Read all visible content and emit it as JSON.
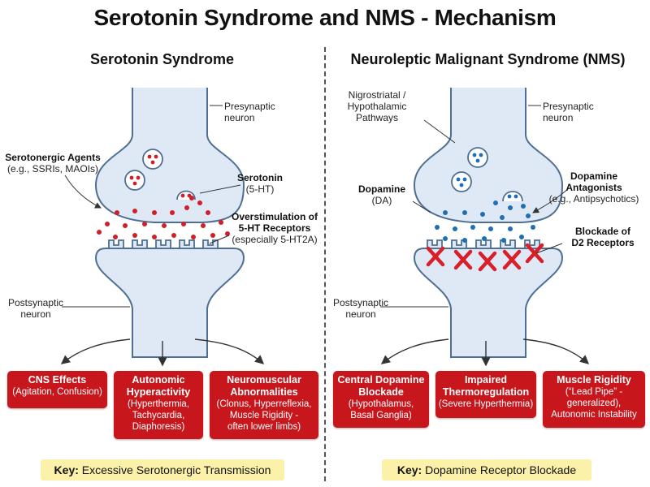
{
  "title": "Serotonin Syndrome and NMS - Mechanism",
  "colors": {
    "neuron_fill": "#dfe9f5",
    "neuron_stroke": "#4e6f92",
    "serotonin_dot": "#d21f27",
    "dopamine_dot": "#1d6fb8",
    "box_fill": "#c8161d",
    "key_fill": "#fbf1a8",
    "blockade_x": "#d9202a"
  },
  "left": {
    "heading": "Serotonin Syndrome",
    "presynaptic": "Presynaptic\nneuron",
    "agents_title": "Serotonergic Agents",
    "agents_sub": "(e.g., SSRIs, MAOIs)",
    "serotonin_title": "Serotonin",
    "serotonin_sub": "(5-HT)",
    "overstim_title": "Overstimulation of\n5-HT Receptors",
    "overstim_sub": "(especially 5-HT2A)",
    "postsynaptic": "Postsynaptic\nneuron",
    "boxes": [
      {
        "title": "CNS Effects",
        "detail": "(Agitation, Confusion)"
      },
      {
        "title": "Autonomic\nHyperactivity",
        "detail": "(Hyperthermia,\nTachycardia,\nDiaphoresis)"
      },
      {
        "title": "Neuromuscular\nAbnormalities",
        "detail": "(Clonus, Hyperreflexia,\nMuscle Rigidity -\noften lower limbs)"
      }
    ],
    "key_label": "Key:",
    "key_text": "Excessive Serotonergic Transmission"
  },
  "right": {
    "heading": "Neuroleptic Malignant Syndrome (NMS)",
    "pathways": "Nigrostriatal /\nHypothalamic\nPathways",
    "presynaptic": "Presynaptic\nneuron",
    "dopamine_title": "Dopamine",
    "dopamine_sub": "(DA)",
    "antagonists_title": "Dopamine\nAntagonists",
    "antagonists_sub": "(e.g., Antipsychotics)",
    "blockade_title": "Blockade of\nD2 Receptors",
    "postsynaptic": "Postsynaptic\nneuron",
    "boxes": [
      {
        "title": "Central Dopamine\nBlockade",
        "detail": "(Hypothalamus,\nBasal Ganglia)"
      },
      {
        "title": "Impaired\nThermoregulation",
        "detail": "(Severe Hyperthermia)"
      },
      {
        "title": "Muscle Rigidity",
        "detail": "(“Lead Pipe” -\ngeneralized),\nAutonomic Instability"
      }
    ],
    "key_label": "Key:",
    "key_text": "Dopamine Receptor Blockade"
  }
}
